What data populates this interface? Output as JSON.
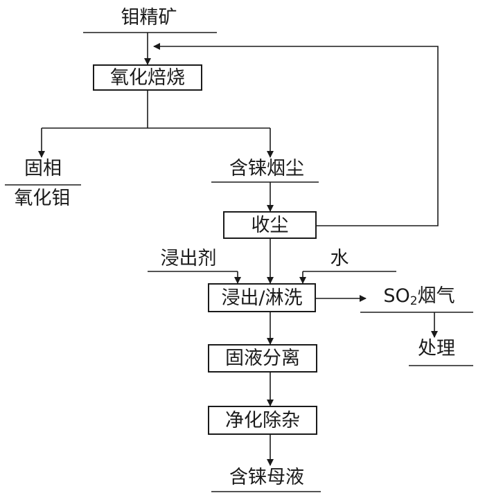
{
  "nodes": {
    "ore": "钼精矿",
    "roast": "氧化焙烧",
    "solid_phase": "固相",
    "moo3": "氧化钼",
    "re_dust": "含铼烟尘",
    "dust_collect": "收尘",
    "leach_agent": "浸出剂",
    "water": "水",
    "leach_wash": "浸出/淋洗",
    "so2_prefix": "SO",
    "so2_sub": "2",
    "so2_suffix": "烟气",
    "treatment": "处理",
    "sl_separation": "固液分离",
    "purify": "净化除杂",
    "re_mother_liquor": "含铼母液"
  }
}
